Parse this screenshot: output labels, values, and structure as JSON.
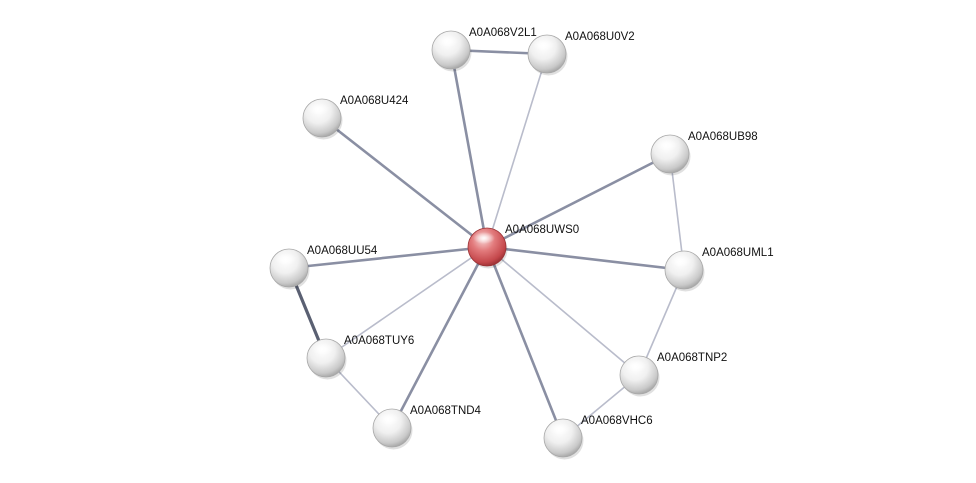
{
  "network": {
    "nodes": [
      {
        "id": "A0A068UWS0",
        "label": "A0A068UWS0",
        "query": true
      },
      {
        "id": "A0A068V2L1",
        "label": "A0A068V2L1",
        "query": false
      },
      {
        "id": "A0A068U0V2",
        "label": "A0A068U0V2",
        "query": false
      },
      {
        "id": "A0A068U424",
        "label": "A0A068U424",
        "query": false
      },
      {
        "id": "A0A068UB98",
        "label": "A0A068UB98",
        "query": false
      },
      {
        "id": "A0A068UU54",
        "label": "A0A068UU54",
        "query": false
      },
      {
        "id": "A0A068UML1",
        "label": "A0A068UML1",
        "query": false
      },
      {
        "id": "A0A068TUY6",
        "label": "A0A068TUY6",
        "query": false
      },
      {
        "id": "A0A068TNP2",
        "label": "A0A068TNP2",
        "query": false
      },
      {
        "id": "A0A068TND4",
        "label": "A0A068TND4",
        "query": false
      },
      {
        "id": "A0A068VHC6",
        "label": "A0A068VHC6",
        "query": false
      }
    ],
    "edges": [
      {
        "source": "A0A068UWS0",
        "target": "A0A068V2L1",
        "strength": "medium"
      },
      {
        "source": "A0A068UWS0",
        "target": "A0A068U0V2",
        "strength": "weak"
      },
      {
        "source": "A0A068UWS0",
        "target": "A0A068U424",
        "strength": "medium"
      },
      {
        "source": "A0A068UWS0",
        "target": "A0A068UB98",
        "strength": "medium"
      },
      {
        "source": "A0A068UWS0",
        "target": "A0A068UU54",
        "strength": "medium"
      },
      {
        "source": "A0A068UWS0",
        "target": "A0A068UML1",
        "strength": "medium"
      },
      {
        "source": "A0A068UWS0",
        "target": "A0A068TUY6",
        "strength": "weak"
      },
      {
        "source": "A0A068UWS0",
        "target": "A0A068TNP2",
        "strength": "weak"
      },
      {
        "source": "A0A068UWS0",
        "target": "A0A068TND4",
        "strength": "medium"
      },
      {
        "source": "A0A068UWS0",
        "target": "A0A068VHC6",
        "strength": "medium"
      },
      {
        "source": "A0A068V2L1",
        "target": "A0A068U0V2",
        "strength": "medium"
      },
      {
        "source": "A0A068UB98",
        "target": "A0A068UML1",
        "strength": "weak"
      },
      {
        "source": "A0A068UML1",
        "target": "A0A068TNP2",
        "strength": "weak"
      },
      {
        "source": "A0A068TNP2",
        "target": "A0A068VHC6",
        "strength": "weak"
      },
      {
        "source": "A0A068UU54",
        "target": "A0A068TUY6",
        "strength": "strong"
      },
      {
        "source": "A0A068TUY6",
        "target": "A0A068TND4",
        "strength": "weak"
      }
    ]
  },
  "colors": {
    "query_node": "#c84a4e",
    "partner_node": "#dcdcdc",
    "edge_strong": "#5a6072",
    "edge_medium": "#8a8fa3",
    "edge_weak": "#b9bccb"
  }
}
